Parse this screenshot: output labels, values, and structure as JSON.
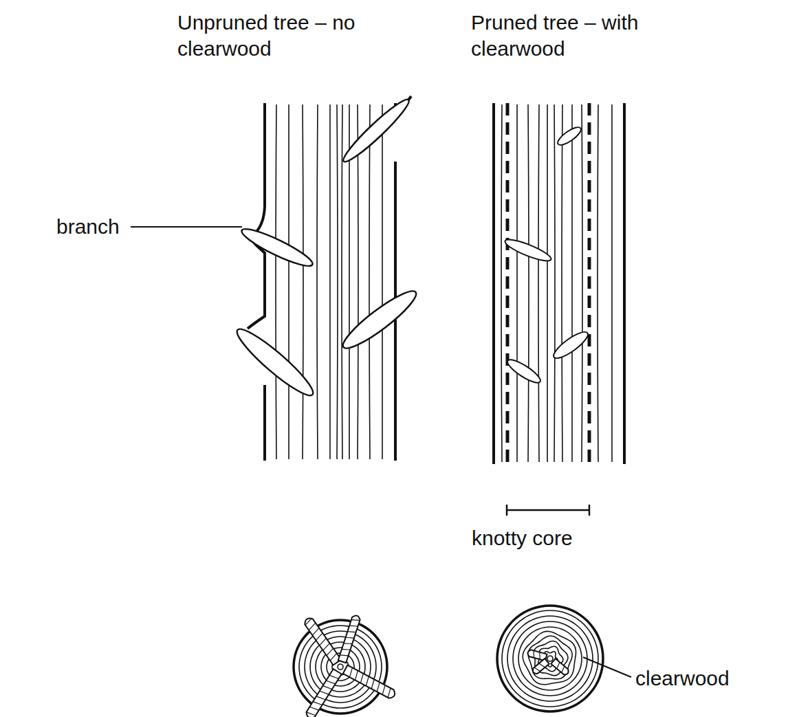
{
  "diagram": {
    "labels": [
      "Unpruned tree – no clearwood",
      "Pruned tree – with clearwood",
      "branch",
      "knotty core",
      "clearwood"
    ]
  }
}
